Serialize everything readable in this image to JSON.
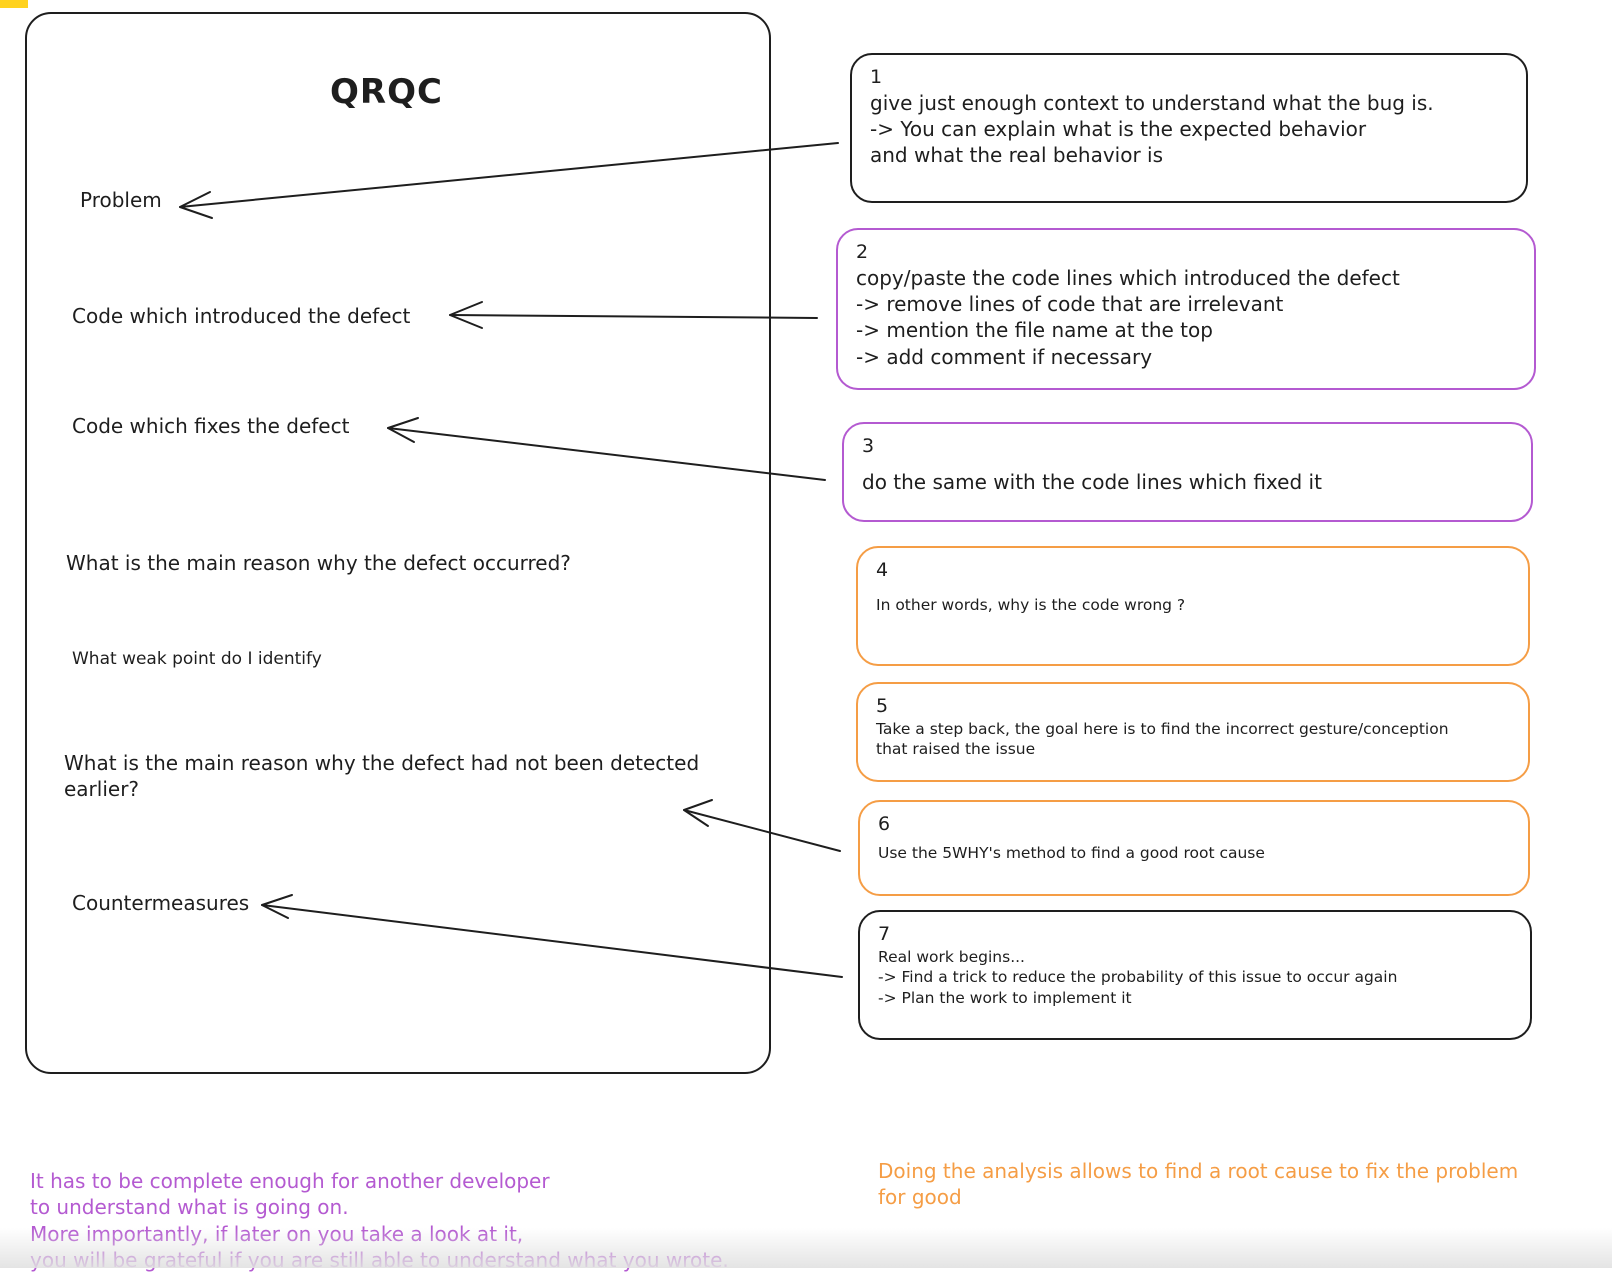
{
  "canvas": {
    "title": "QRQC",
    "colors": {
      "ink": "#1e1e1e",
      "purple": "#b45ad1",
      "orange": "#f59d45",
      "accent_yellow": "#ffd21f"
    },
    "sections": [
      {
        "label": "Problem"
      },
      {
        "label": "Code which introduced the defect"
      },
      {
        "label": "Code which fixes the defect"
      },
      {
        "label": "What is the main reason why the defect occurred?"
      },
      {
        "label": "What weak point do I identify"
      },
      {
        "label": "What is the main reason why the defect had not been detected\n   earlier?"
      },
      {
        "label": "Countermeasures"
      }
    ],
    "notes": [
      {
        "number": "1",
        "text": "give just enough context to understand what the bug is.\n-> You can explain what is the expected behavior\n     and what the real behavior is"
      },
      {
        "number": "2",
        "text": "copy/paste the code lines which introduced the defect\n-> remove lines of code that are irrelevant\n-> mention the file name at the top\n-> add comment if necessary"
      },
      {
        "number": "3",
        "text": "do the same with the code lines which fixed it"
      },
      {
        "number": "4",
        "text": "In other words, why is the code wrong ?"
      },
      {
        "number": "5",
        "text": "Take a step back, the goal here is to find the incorrect gesture/conception\nthat raised the issue"
      },
      {
        "number": "6",
        "text": "Use the 5WHY's method to find a good root cause"
      },
      {
        "number": "7",
        "text": "Real work begins...\n-> Find a trick to reduce the probability of this issue to occur again\n-> Plan the work to implement it"
      }
    ],
    "footnotes": {
      "purple": "It has to be complete enough for another developer\nto understand what is going on.\nMore importantly, if later on you take a look at it,\nyou will be grateful if you are still able to understand what you wrote.",
      "orange": "Doing the analysis allows to find a root cause to fix the problem\nfor good"
    }
  }
}
